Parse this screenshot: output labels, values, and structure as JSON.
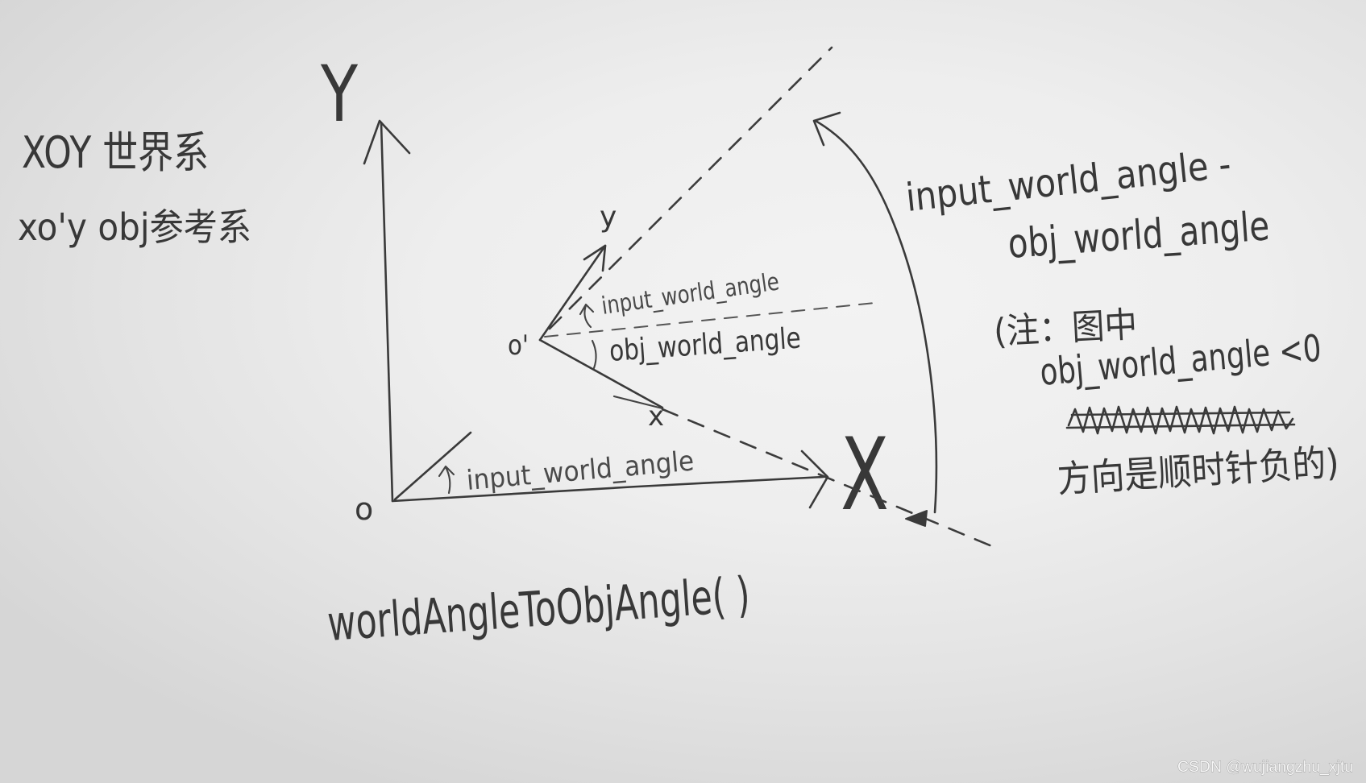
{
  "legend": {
    "world_frame": "XOY 世界系",
    "obj_frame": "xo'y obj参考系"
  },
  "axes": {
    "world_y": "Y",
    "world_x": "X",
    "world_origin": "o",
    "obj_y": "y",
    "obj_x": "x",
    "obj_origin": "o'"
  },
  "angles": {
    "input_at_obj_origin": "input_world_angle",
    "obj_world_angle": "obj_world_angle",
    "input_at_world_origin": "input_world_angle"
  },
  "function_name": "worldAngleToObjAngle( )",
  "formula": {
    "line1": "input_world_angle -",
    "line2": "obj_world_angle"
  },
  "note": {
    "line1": "(注：图中",
    "line2": "obj_world_angle <0",
    "line3": "方向是顺时针负的)"
  },
  "watermark": "CSDN @wujiangzhu_xjtu",
  "colors": {
    "ink": "#3a3a3a",
    "paper": "#ececec",
    "watermark": "#f7f7f7"
  }
}
